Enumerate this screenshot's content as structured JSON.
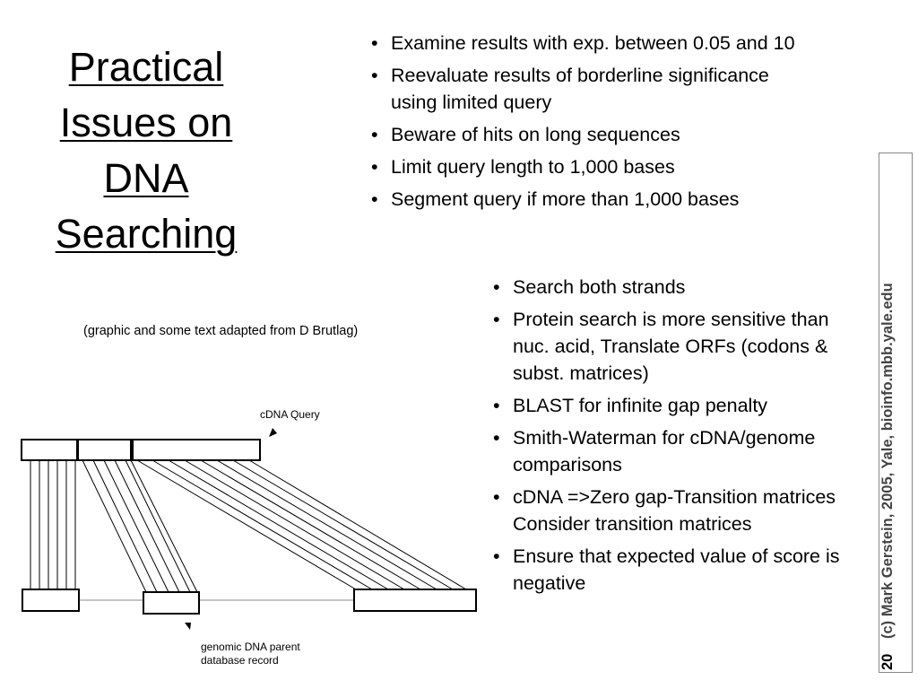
{
  "title": {
    "lines": [
      "Practical",
      "Issues on",
      "DNA",
      "Searching"
    ]
  },
  "top_bullets": [
    "Examine results with exp. between 0.05 and 10",
    "Reevaluate results of borderline significance using limited query",
    "Beware of hits on long sequences",
    "Limit query length to 1,000 bases",
    "Segment query if  more than 1,000 bases"
  ],
  "right_bullets": [
    "Search both strands",
    "Protein search is more sensitive than nuc. acid, Translate ORFs (codons & subst. matrices)",
    "BLAST for infinite gap penalty",
    "Smith-Waterman for cDNA/genome comparisons",
    "cDNA =>Zero gap-Transition matrices Consider transition matrices",
    "Ensure that expected value of score is negative"
  ],
  "credit": "(graphic and some text adapted from D Brutlag)",
  "diagram": {
    "query_label": "cDNA Query",
    "genomic_label_line1": "genomic DNA parent",
    "genomic_label_line2": "database record"
  },
  "footer": {
    "slide_number": "20",
    "copyright": "(c) Mark Gerstein, 2005, Yale, bioinfo.mbb.yale.edu"
  }
}
